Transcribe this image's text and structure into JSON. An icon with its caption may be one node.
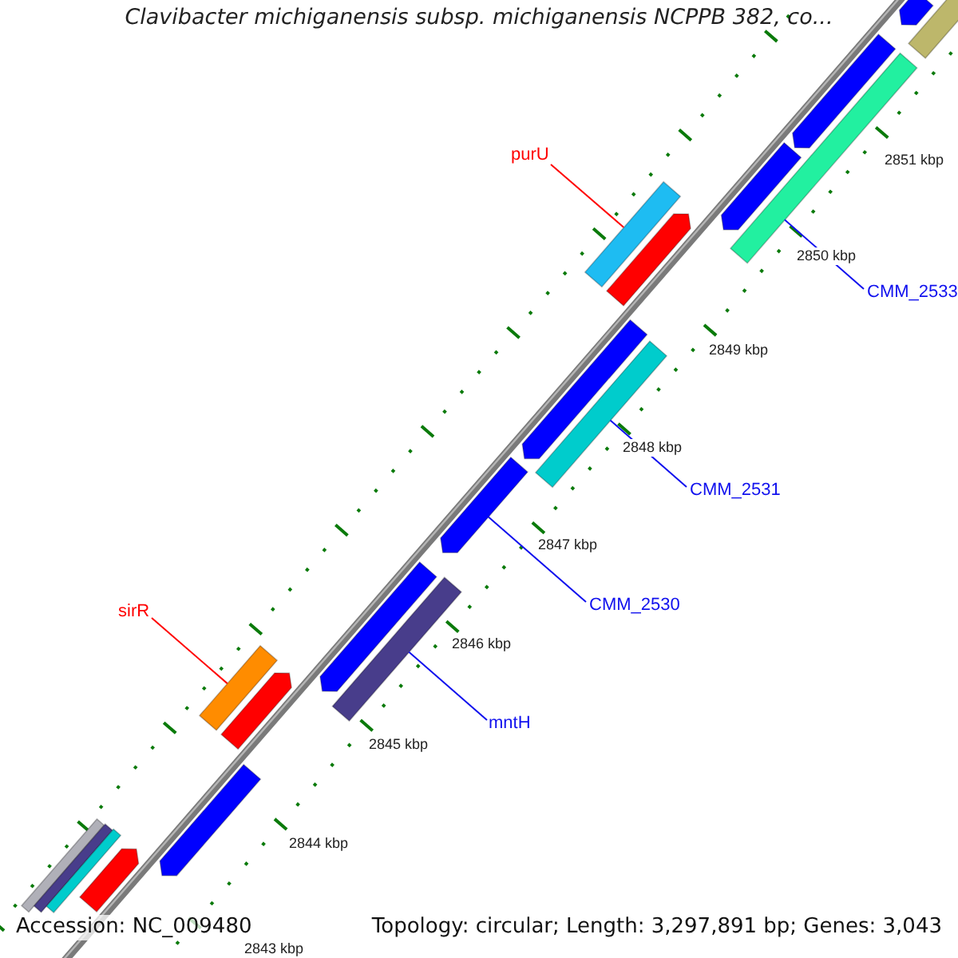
{
  "diagram": {
    "title": "Clavibacter michiganensis subsp. michiganensis NCPPB 382, co...",
    "nodes": [
      {
        "text": [
          "purU"
        ]
      },
      {
        "text": [],
        "shape": "bar"
      },
      {
        "text": [
          "CMM_2533"
        ]
      },
      {
        "text": [],
        "shape": "bar"
      },
      {
        "text": [
          "CMM_2531"
        ]
      },
      {
        "text": [],
        "shape": "bar"
      },
      {
        "text": [
          "CMM_2530"
        ]
      },
      {
        "text": [],
        "shape": "bar"
      },
      {
        "text": [
          "sirR"
        ]
      },
      {
        "text": [],
        "shape": "bar"
      },
      {
        "text": [
          "mntH"
        ]
      },
      {
        "text": [],
        "shape": "bar"
      },
      {
        "text": [],
        "shape": "bar"
      },
      {
        "text": [],
        "shape": "bar"
      },
      {
        "text": [],
        "shape": "bar"
      },
      {
        "text": [],
        "shape": "bar"
      },
      {
        "text": [],
        "shape": "bar"
      },
      {
        "text": [],
        "shape": "bar"
      },
      {
        "text": [],
        "shape": "bar"
      },
      {
        "text": [],
        "shape": "bar"
      },
      {
        "text": [],
        "shape": "bar"
      },
      {
        "text": [],
        "shape": "bar"
      },
      {
        "text": [],
        "shape": "bar"
      },
      {
        "text": [],
        "shape": "bar"
      },
      {
        "text": [],
        "shape": "bar"
      }
    ],
    "edges": [
      {
        "from": 0,
        "to": 1,
        "arrow": "none",
        "color": "#ff0000"
      },
      {
        "from": 2,
        "to": 3,
        "arrow": "none"
      },
      {
        "from": 4,
        "to": 5,
        "arrow": "none"
      },
      {
        "from": 6,
        "to": 7,
        "arrow": "none"
      },
      {
        "from": 8,
        "to": 9,
        "arrow": "none",
        "color": "#ff0000"
      },
      {
        "from": 10,
        "to": 11,
        "arrow": "none"
      }
    ],
    "labels": [
      "2851 kbp",
      "2850 kbp",
      "2849 kbp",
      "2848 kbp",
      "2847 kbp",
      "2846 kbp",
      "2845 kbp",
      "2844 kbp",
      "2843 kbp",
      "Accession: NC_009480",
      "Topology: circular; Length: 3,297,891 bp; Genes: 3,043"
    ]
  }
}
